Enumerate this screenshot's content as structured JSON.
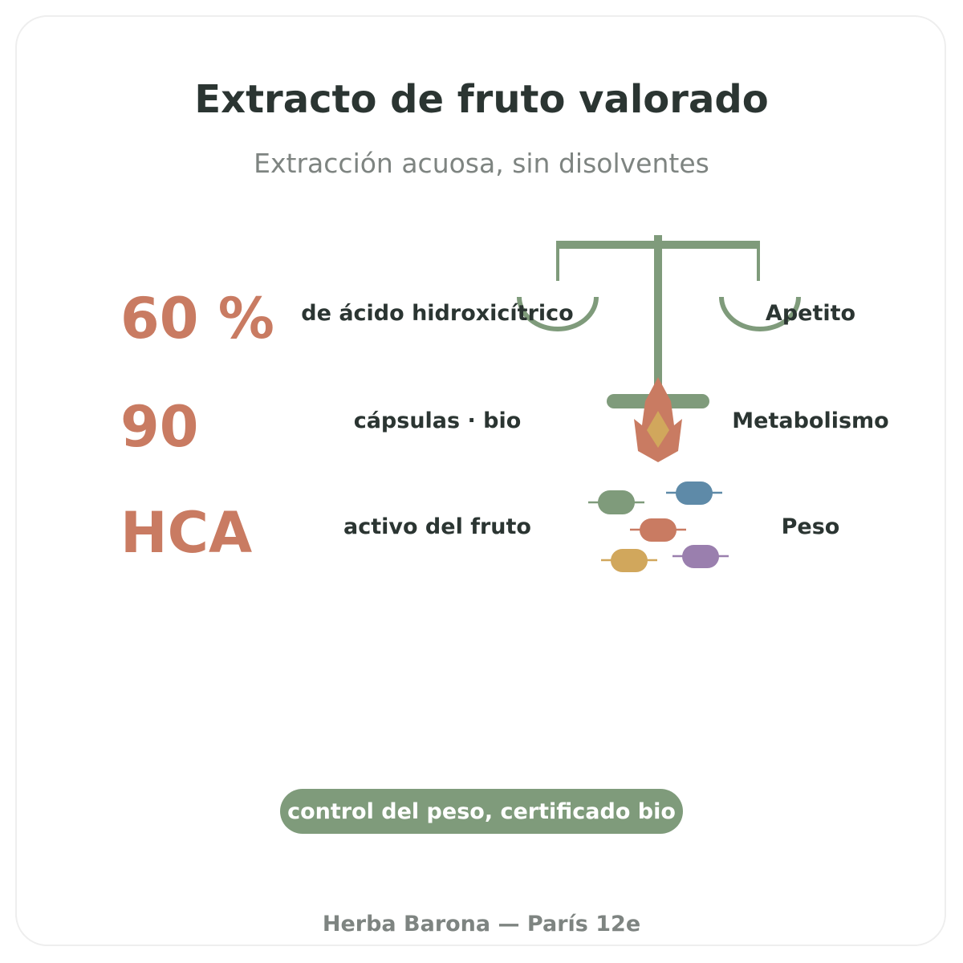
{
  "header": {
    "title": "Extracto de fruto valorado",
    "subtitle": "Extracción acuosa, sin disolventes"
  },
  "stats": [
    {
      "value": "60 %",
      "label": "de ácido hidroxicítrico",
      "effect": "Apetito"
    },
    {
      "value": "90",
      "label": "cápsulas · bio",
      "effect": "Metabolismo"
    },
    {
      "value": "HCA",
      "label": "activo del fruto",
      "effect": "Peso"
    }
  ],
  "icons": {
    "balance": "balance-scale-icon",
    "flame": "flame-icon",
    "molecules": "molecule-icon"
  },
  "colors": {
    "accent": "#c97b62",
    "green": "#7f9b7b",
    "blue": "#5e8aa8",
    "gold": "#d1a75c",
    "purple": "#9a7fae",
    "text": "#2b3532",
    "muted": "#7e8481"
  },
  "badge": {
    "label": "control del peso, certificado bio"
  },
  "footer": {
    "text": "Herba Barona — París 12e"
  }
}
